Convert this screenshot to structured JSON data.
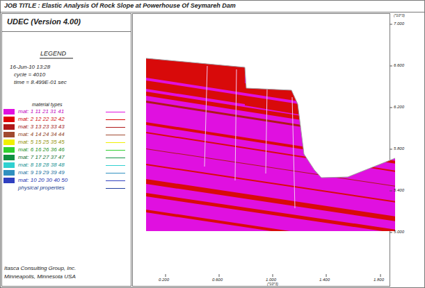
{
  "diagram": {
    "title": "JOB TITLE : Elastic Analysis Of Rock Slope at Powerhouse Of Seymareh Dam",
    "labels": [
      "UDEC (Version 4.00)",
      "LEGEND",
      "16-Jun-10 13:28",
      "cycle = 4010",
      "time = 8.499E-01 sec",
      "material types",
      "7.000",
      "6.600",
      "6.200",
      "5.800",
      "5.400",
      "5.000",
      "0.200",
      "0.600",
      "1.000",
      "1.400",
      "1.800",
      "(*10^3)",
      "(*10^3)",
      "Itasca Consulting Group, Inc.",
      "Minneapolis, Minnesota USA"
    ],
    "legend": [
      {
        "text": "mat:  1 11 21 31 41",
        "color": "#e010e0"
      },
      {
        "text": "mat:  2 12 22 32 42",
        "color": "#e00000"
      },
      {
        "text": "mat:  3 13 23 33 43",
        "color": "#b01818"
      },
      {
        "text": "mat:  4 14 24 34 44",
        "color": "#a04a30"
      },
      {
        "text": "mat:  5 15 25 35 45",
        "color": "#f0f000"
      },
      {
        "text": "mat:  6 16 26 36 46",
        "color": "#30d030"
      },
      {
        "text": "mat:  7 17 27 37 47",
        "color": "#109040"
      },
      {
        "text": "mat:  8 18 28 38 48",
        "color": "#30d0d0"
      },
      {
        "text": "mat:  9 19 29 39 49",
        "color": "#3090c0"
      },
      {
        "text": "mat: 10 20 30 40 50",
        "color": "#3040c0"
      },
      {
        "text": "physical properties"
      }
    ]
  }
}
